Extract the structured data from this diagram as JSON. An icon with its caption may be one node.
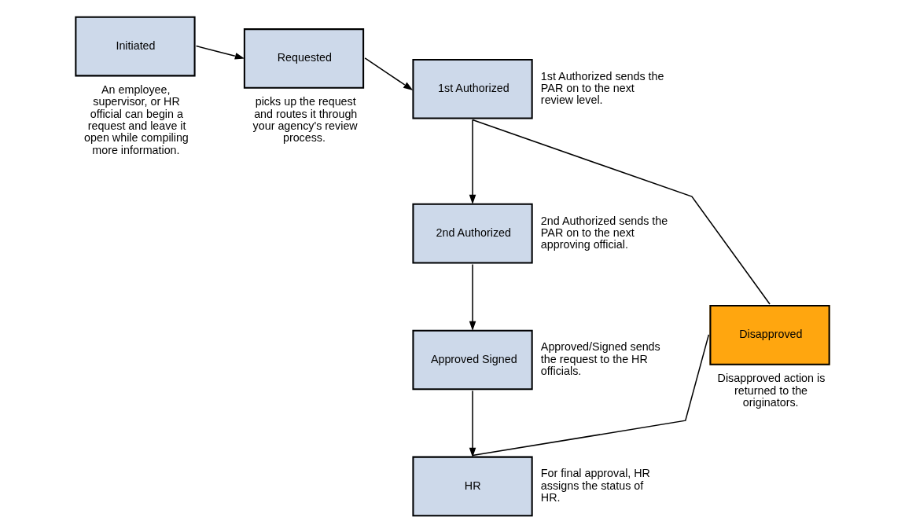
{
  "diagram": {
    "nodes": [
      {
        "text": [
          "Initiated"
        ],
        "beside": [
          "An employee, supervisor, or HR official can begin a request and leave it open while compiling more information."
        ]
      },
      {
        "text": [
          "Requested"
        ],
        "beside": [
          "picks up the request and routes it through your agency's review process."
        ]
      },
      {
        "text": [
          "1st Authorized"
        ],
        "beside": [
          "1st Authorized sends the PAR on to the next review level."
        ]
      },
      {
        "text": [
          "2nd Authorized"
        ],
        "beside": [
          "2nd Authorized sends the PAR on to the next approving official."
        ]
      },
      {
        "text": [
          "Approved Signed"
        ],
        "beside": [
          "Approved/Signed sends the request to the HR officials."
        ]
      },
      {
        "text": [
          "Disapproved"
        ],
        "beside": [
          "Disapproved action is returned to the originators."
        ]
      },
      {
        "text": [
          "HR"
        ],
        "beside": [
          "For final approval, HR assigns the status of HR."
        ]
      }
    ],
    "edges": [
      {
        "from": 0,
        "to": 1,
        "arrow": "to"
      },
      {
        "from": 1,
        "to": 2,
        "arrow": "to"
      },
      {
        "from": 2,
        "to": 3,
        "arrow": "to"
      },
      {
        "from": 3,
        "to": 4,
        "arrow": "to"
      },
      {
        "from": 4,
        "to": 6,
        "arrow": "to"
      },
      {
        "from": 5,
        "to": 2,
        "arrow": "none"
      },
      {
        "from": 5,
        "to": 6,
        "arrow": "none"
      }
    ]
  }
}
